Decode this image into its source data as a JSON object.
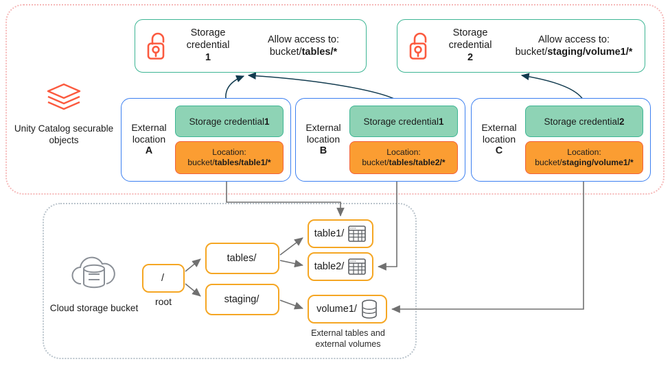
{
  "diagram": {
    "regions": {
      "unity_catalog": {
        "label": "Unity Catalog securable objects",
        "icon": "databricks-layers-icon",
        "border_color": "#f6b8b8"
      },
      "cloud_storage": {
        "label": "Cloud storage bucket",
        "icon": "cloud-database-icon",
        "border_color": "#b9c3cb"
      }
    },
    "credentials": [
      {
        "icon": "open-padlock-icon",
        "name_line1": "Storage",
        "name_line2": "credential",
        "number": "1",
        "allow_line1": "Allow access to:",
        "allow_prefix": "bucket/",
        "allow_bold": "tables/*",
        "border_color": "#3cb593"
      },
      {
        "icon": "open-padlock-icon",
        "name_line1": "Storage",
        "name_line2": "credential",
        "number": "2",
        "allow_line1": "Allow access to:",
        "allow_prefix": "bucket/",
        "allow_bold": "staging/volume1/*",
        "border_color": "#3cb593"
      }
    ],
    "external_locations": [
      {
        "label_line1": "External",
        "label_line2": "location",
        "letter": "A",
        "credential_text": "Storage credential ",
        "credential_number": "1",
        "location_caption": "Location:",
        "location_prefix": "bucket/",
        "location_bold": "tables/table1/*",
        "border_color": "#3b7ff0"
      },
      {
        "label_line1": "External",
        "label_line2": "location",
        "letter": "B",
        "credential_text": "Storage credential ",
        "credential_number": "1",
        "location_caption": "Location:",
        "location_prefix": "bucket/",
        "location_bold": "tables/table2/*",
        "border_color": "#3b7ff0"
      },
      {
        "label_line1": "External",
        "label_line2": "location",
        "letter": "C",
        "credential_text": "Storage credential ",
        "credential_number": "2",
        "location_caption": "Location:",
        "location_prefix": "bucket/",
        "location_bold": "staging/volume1/*",
        "border_color": "#3b7ff0"
      }
    ],
    "bucket_tree": {
      "root": {
        "label": "/",
        "caption": "root"
      },
      "folders": [
        {
          "label": "tables/"
        },
        {
          "label": "staging/"
        }
      ],
      "leaves": [
        {
          "label": "table1/",
          "icon": "table-grid-icon"
        },
        {
          "label": "table2/",
          "icon": "table-grid-icon"
        },
        {
          "label": "volume1/",
          "icon": "volume-cylinder-icon"
        }
      ],
      "caption_line1": "External tables and",
      "caption_line2": "external volumes"
    },
    "colors": {
      "green_fill": "#8ed3b5",
      "green_border": "#3cb593",
      "orange_fill": "#fb9d32",
      "orange_border": "#f2603c",
      "blue_border": "#3b7ff0",
      "node_border": "#f5a623",
      "lock_red": "#fb5a3f",
      "arrow_gray": "#707070",
      "arrow_dark": "#123b4f"
    }
  }
}
